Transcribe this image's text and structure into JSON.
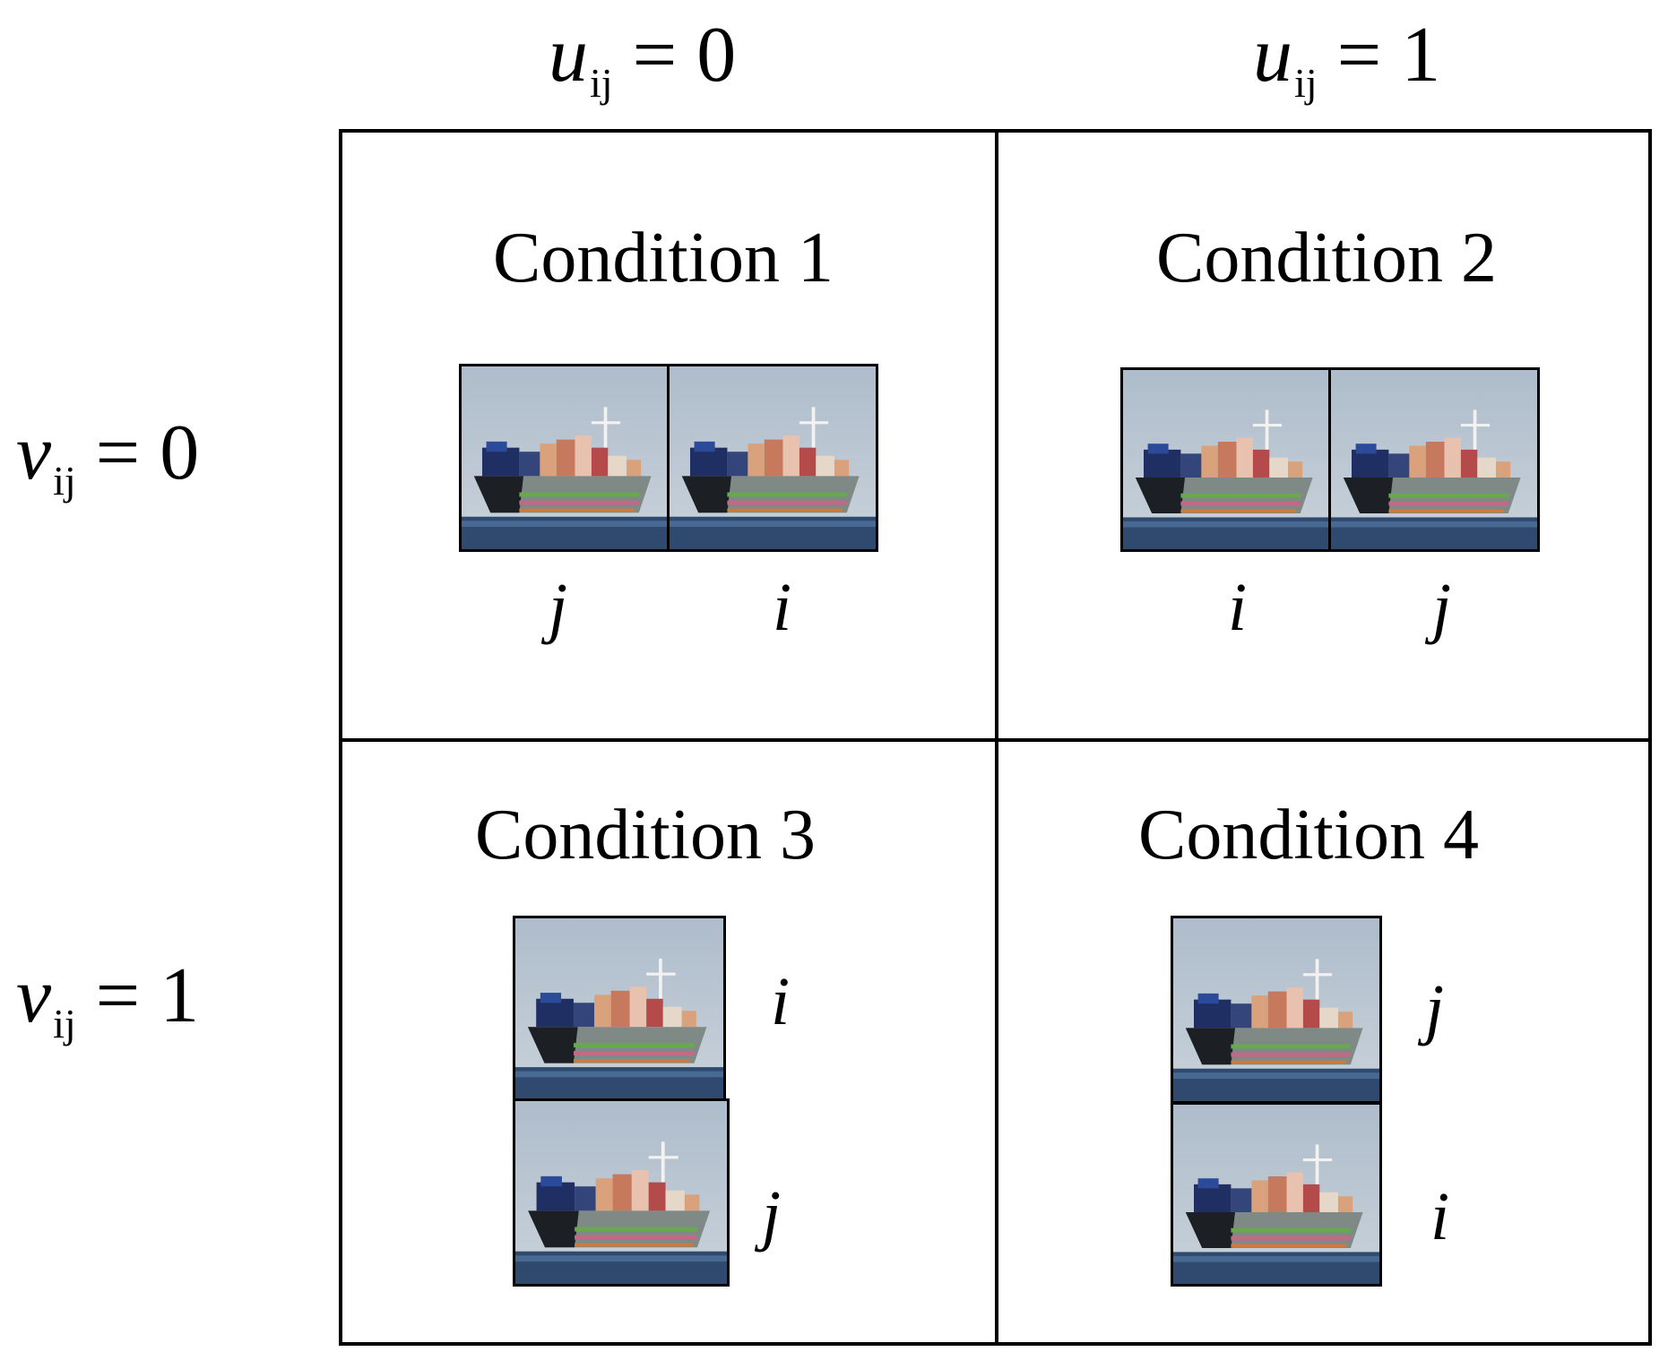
{
  "col_headers": [
    {
      "var": "u",
      "sub": "ij",
      "rest": " = 0"
    },
    {
      "var": "u",
      "sub": "ij",
      "rest": " = 1"
    }
  ],
  "row_headers": [
    {
      "var": "v",
      "sub": "ij",
      "rest": " = 0"
    },
    {
      "var": "v",
      "sub": "ij",
      "rest": " = 1"
    }
  ],
  "conditions": [
    {
      "title": "Condition 1",
      "labels": [
        "j",
        "i"
      ]
    },
    {
      "title": "Condition 2",
      "labels": [
        "i",
        "j"
      ]
    },
    {
      "title": "Condition 3",
      "labels": [
        "i",
        "j"
      ]
    },
    {
      "title": "Condition 4",
      "labels": [
        "j",
        "i"
      ]
    }
  ],
  "image_subject": "container-ship-icon"
}
